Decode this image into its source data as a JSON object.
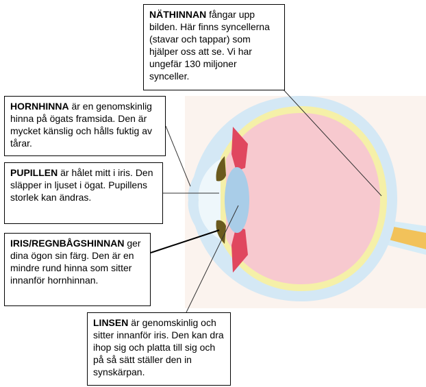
{
  "colors": {
    "sclera": "#d4e8f5",
    "sclera_inner": "#eef7fb",
    "choroid": "#f5f0a8",
    "retina": "#f7c9cf",
    "iris": "#6b5a1e",
    "ciliary": "#e0475f",
    "lens": "#a9cde8",
    "optic_nerve": "#f2c25a",
    "background_panel": "#fbf3ee"
  },
  "labels": {
    "nathinnan": {
      "term": "NÄTHINNAN",
      "text": " fångar upp bilden. Här finns syncellerna (stavar och tappar) som hjälper oss att se. Vi har ungefär 130 miljoner synceller."
    },
    "hornhinna": {
      "term": "HORNHINNA",
      "text": " är en genomskinlig hinna på ögats framsida. Den är mycket känslig och hålls fuktig av tårar."
    },
    "pupillen": {
      "term": "PUPILLEN",
      "text": " är hålet mitt i iris. Den släpper in ljuset i ögat. Pupillens storlek kan ändras."
    },
    "iris": {
      "term": "IRIS/REGNBÅGSHINNAN",
      "text": " ger dina ögon sin färg. Den är en mindre rund hinna som sitter innanför hornhinnan."
    },
    "linsen": {
      "term": "LINSEN",
      "text": " är genomskinlig och sitter innanför iris. Den kan dra ihop sig och platta till sig och på så sätt ställer den in synskärpan."
    }
  }
}
